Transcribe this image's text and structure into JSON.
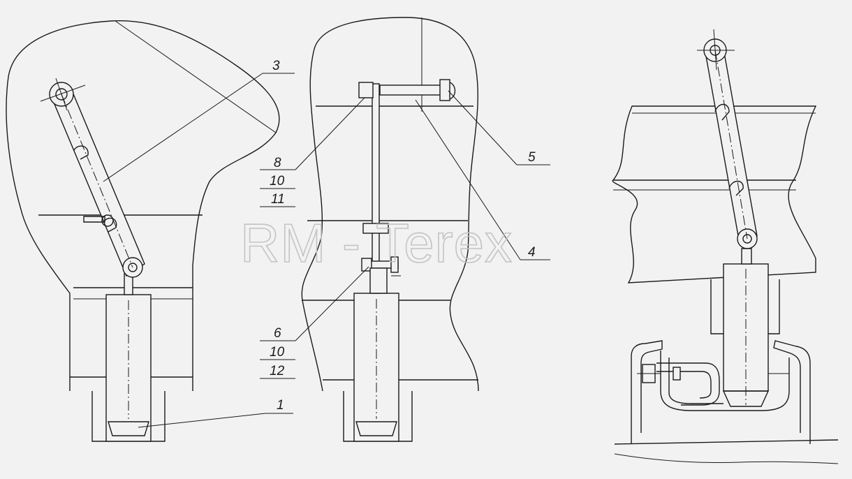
{
  "watermark": "RM - Terex",
  "callouts": {
    "c1": "1",
    "c3": "3",
    "c4": "4",
    "c5": "5",
    "stack_top": [
      "8",
      "10",
      "11"
    ],
    "stack_bottom": [
      "6",
      "10",
      "12"
    ]
  }
}
